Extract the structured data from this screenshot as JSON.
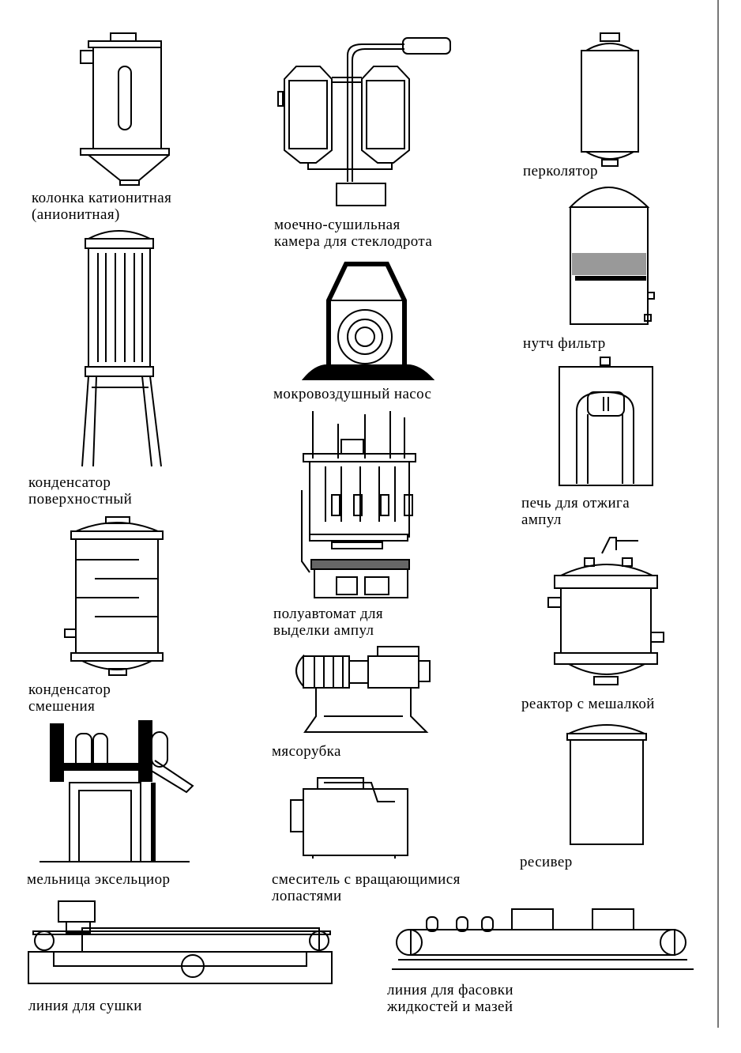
{
  "labels": {
    "cation_column": "колонка катионитная\n(анионитная)",
    "wash_dry_chamber": "моечно-сушильная\nкамера для стеклодрота",
    "percolator": "перколятор",
    "nutsche_filter": "нутч фильтр",
    "wet_air_pump": "мокровоздушный насос",
    "surface_condenser": "конденсатор\nповерхностный",
    "annealing_oven": "печь для отжига\nампул",
    "ampoule_machine": "полуавтомат для\nвыделки ампул",
    "mixing_condenser": "конденсатор\nсмешения",
    "stirred_reactor": "реактор с мешалкой",
    "meat_grinder": "мясорубка",
    "excelsior_mill": "мельница эксельциор",
    "paddle_mixer": "смеситель с вращающимися\nлопастями",
    "receiver": "ресивер",
    "drying_line": "линия для сушки",
    "filling_line": "линия для фасовки\nжидкостей и мазей"
  }
}
